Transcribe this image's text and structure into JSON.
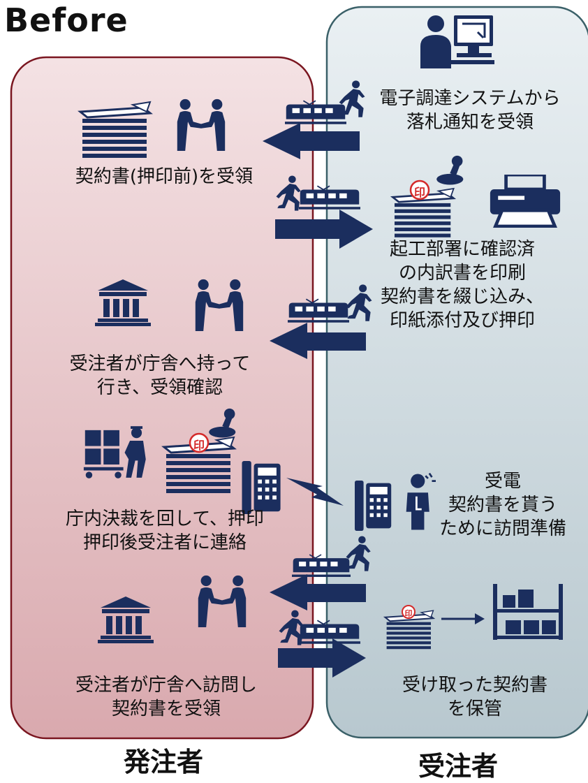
{
  "title": "Before",
  "lanes": {
    "orderer": "発注者",
    "contractor": "受注者"
  },
  "labels": {
    "s1": [
      "電子調達システムから",
      "落札通知を受領"
    ],
    "s2": [
      "契約書(押印前)を受領"
    ],
    "s3": [
      "起工部署に確認済",
      "の内訳書を印刷",
      "契約書を綴じ込み、",
      "印紙添付及び押印"
    ],
    "s4": [
      "受注者が庁舎へ持って",
      "行き、受領確認"
    ],
    "s5": [
      "受電",
      "契約書を貰う",
      "ために訪問準備"
    ],
    "s6": [
      "庁内決裁を回して、押印",
      "押印後受注者に連絡"
    ],
    "s7": [
      "受注者が庁舎へ訪問し",
      "契約書を受領"
    ],
    "s8": [
      "受け取った契約書",
      "を保管"
    ]
  },
  "stamp_glyph": "印",
  "colors": {
    "orderer_fill": "#e8c4c8",
    "orderer_border": "#7a1620",
    "contractor_fill": "#d3dde2",
    "contractor_border": "#3a6068",
    "icon_navy": "#1b2e5e",
    "stamp_red": "#d42a2a"
  }
}
